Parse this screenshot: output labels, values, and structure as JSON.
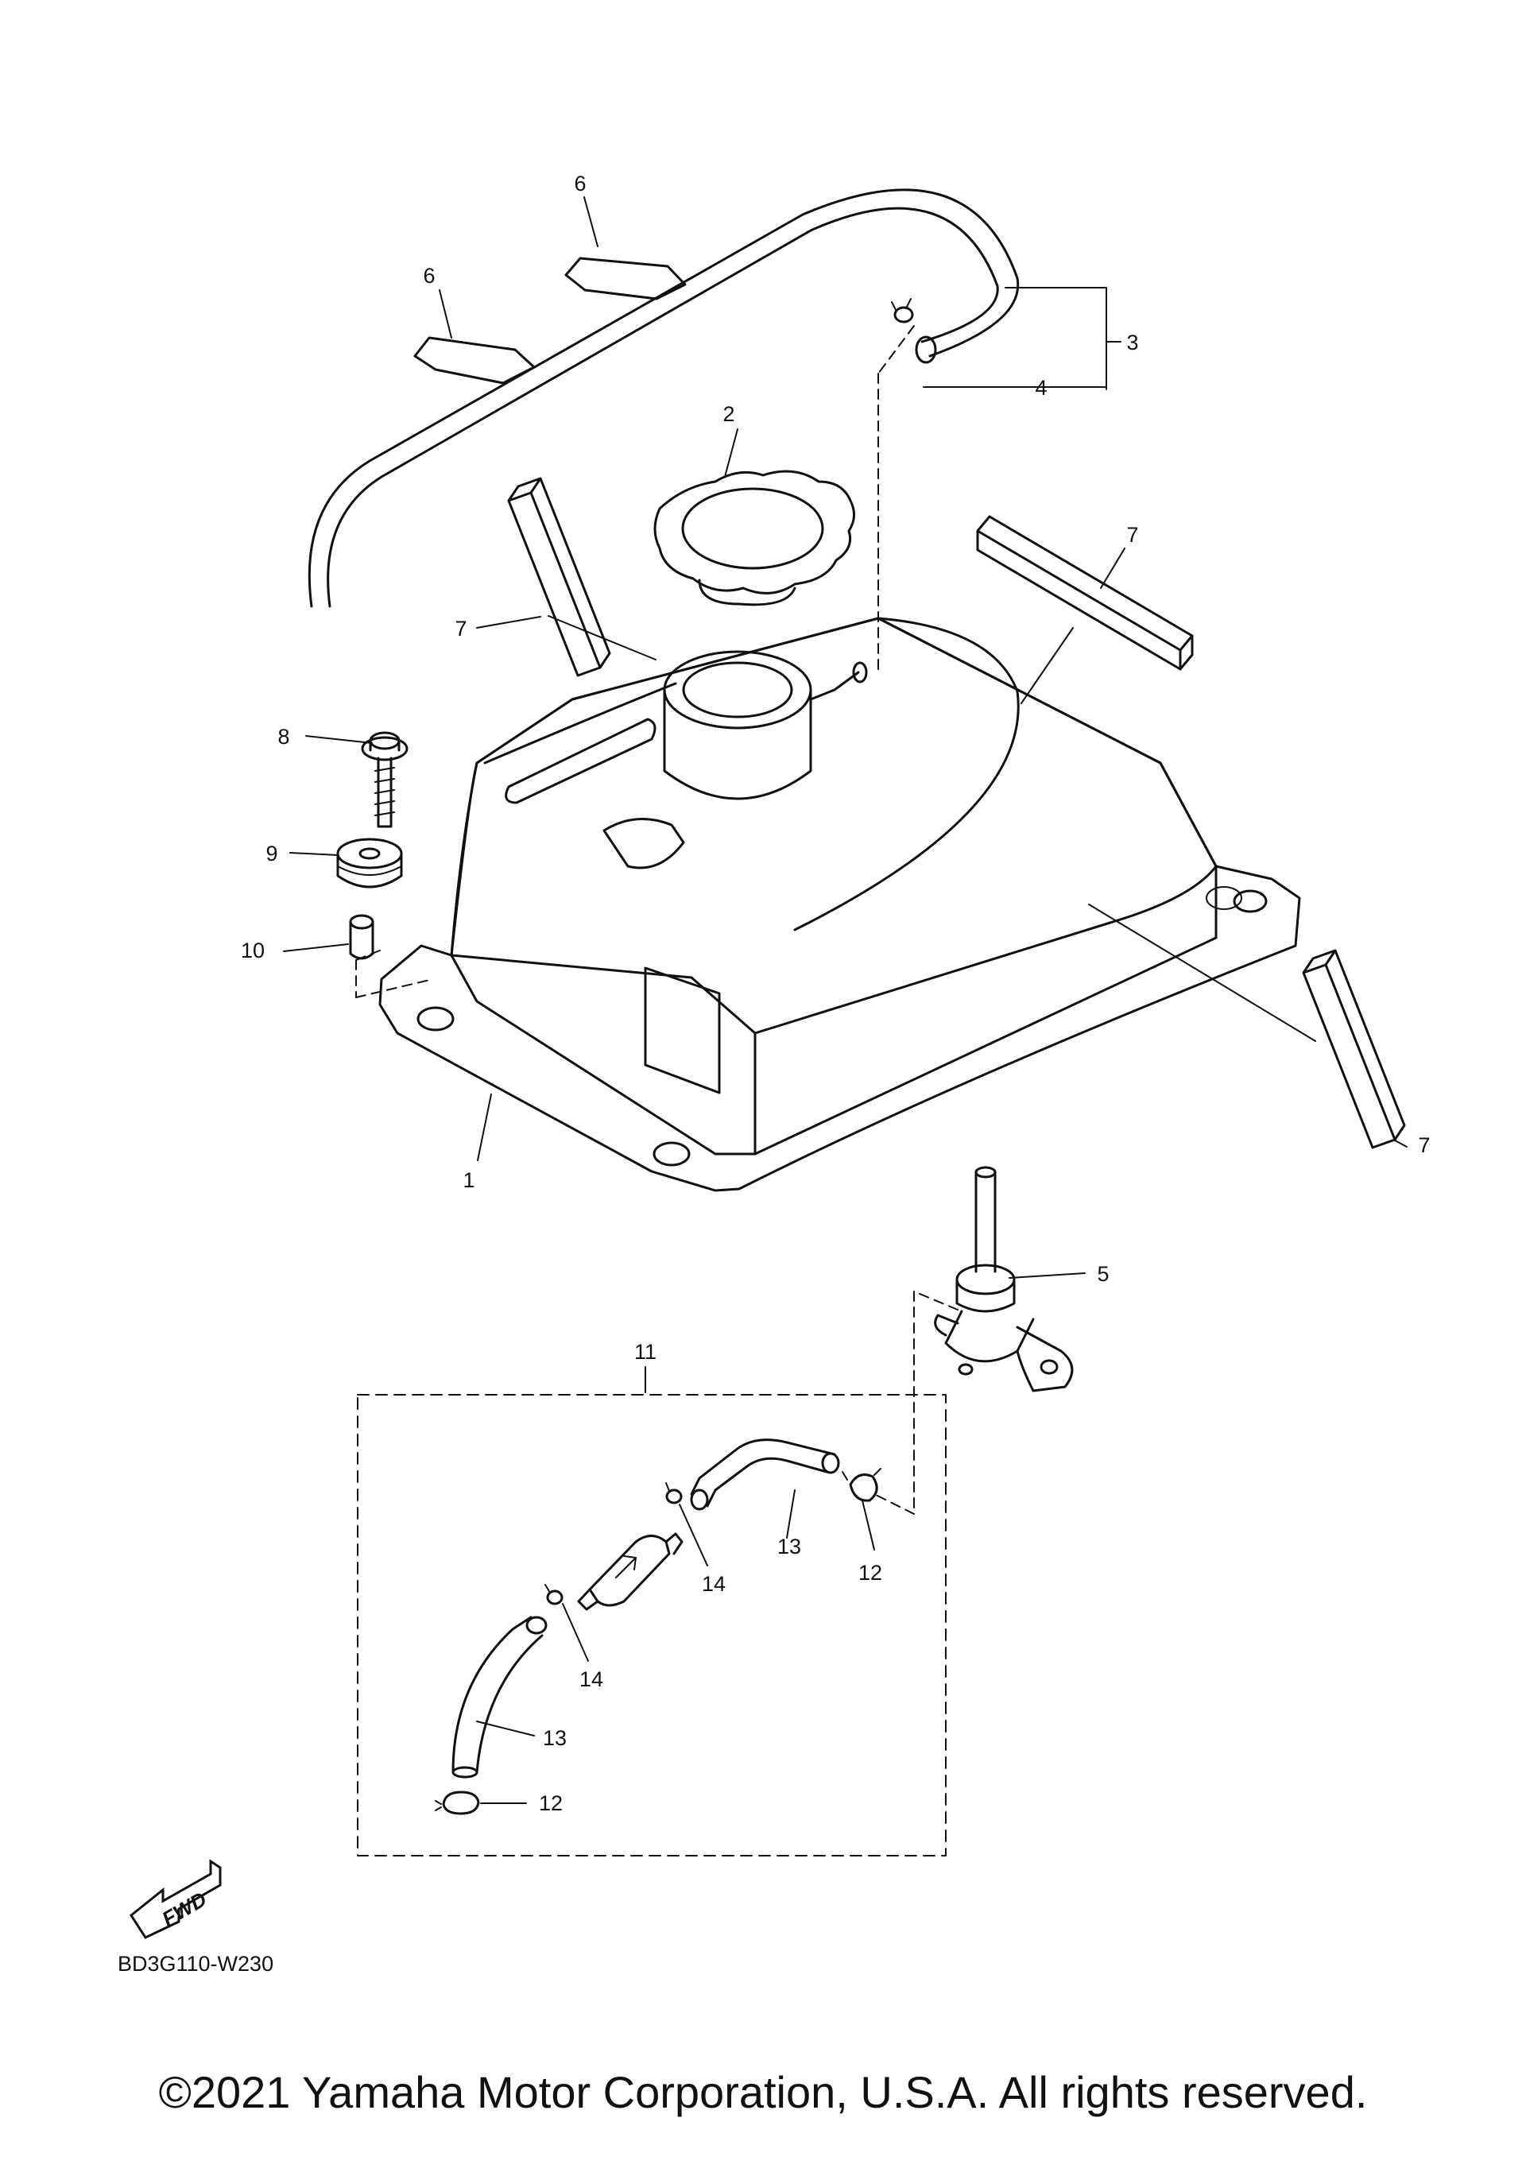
{
  "diagram": {
    "callouts": [
      {
        "id": "c6a",
        "text": "6"
      },
      {
        "id": "c6b",
        "text": "6"
      },
      {
        "id": "c3",
        "text": "3"
      },
      {
        "id": "c4",
        "text": "4"
      },
      {
        "id": "c2",
        "text": "2"
      },
      {
        "id": "c7a",
        "text": "7"
      },
      {
        "id": "c7b",
        "text": "7"
      },
      {
        "id": "c7c",
        "text": "7"
      },
      {
        "id": "c8",
        "text": "8"
      },
      {
        "id": "c9",
        "text": "9"
      },
      {
        "id": "c10",
        "text": "10"
      },
      {
        "id": "c1",
        "text": "1"
      },
      {
        "id": "c5",
        "text": "5"
      },
      {
        "id": "c11",
        "text": "11"
      },
      {
        "id": "c13a",
        "text": "13"
      },
      {
        "id": "c12a",
        "text": "12"
      },
      {
        "id": "c14a",
        "text": "14"
      },
      {
        "id": "c14b",
        "text": "14"
      },
      {
        "id": "c13b",
        "text": "13"
      },
      {
        "id": "c12b",
        "text": "12"
      }
    ],
    "fwd_label": "FWD",
    "drawing_code": "BD3G110-W230",
    "line_color": "#111111",
    "background": "#ffffff"
  },
  "footer": {
    "copyright": "©2021 Yamaha Motor Corporation, U.S.A. All rights reserved."
  }
}
